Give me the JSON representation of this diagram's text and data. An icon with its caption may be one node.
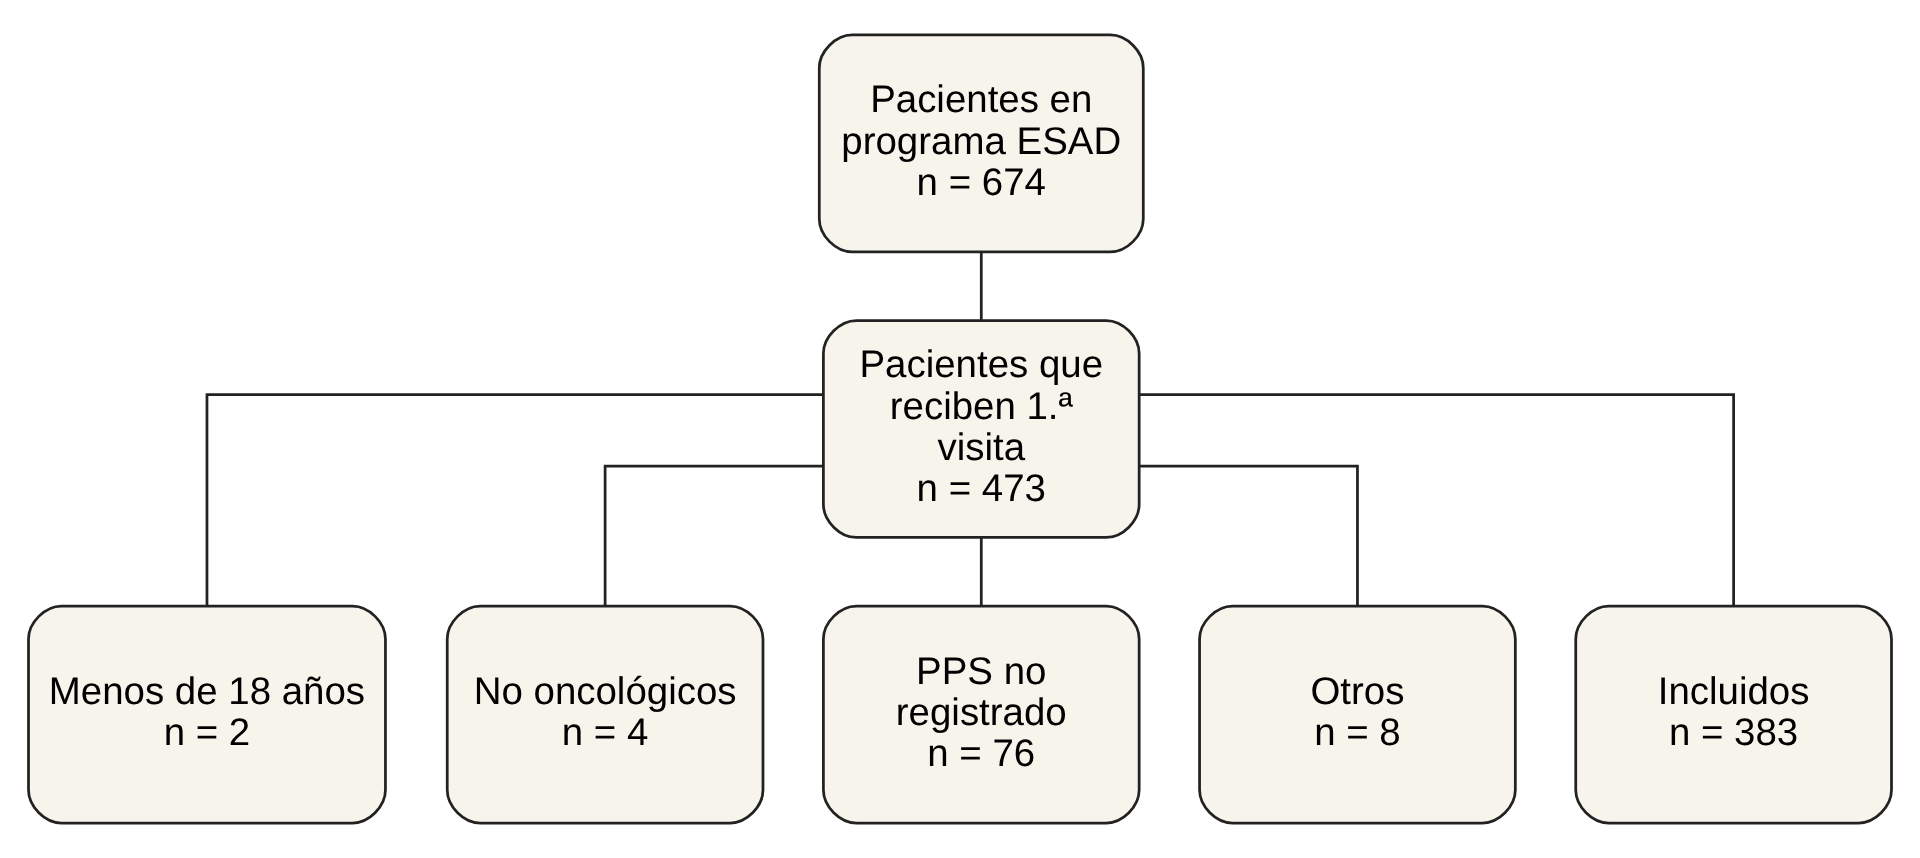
{
  "diagram": {
    "nodes": [
      {
        "text": [
          "Pacientes en programa ESAD",
          "n = 674"
        ]
      },
      {
        "text": [
          "Pacientes que reciben 1.ª visita",
          "n = 473"
        ]
      },
      {
        "text": [
          "Menos de 18 años",
          "n = 2"
        ]
      },
      {
        "text": [
          "No oncológicos",
          "n = 4"
        ]
      },
      {
        "text": [
          "PPS no registrado",
          "n = 76"
        ]
      },
      {
        "text": [
          "Otros",
          "n = 8"
        ]
      },
      {
        "text": [
          "Incluidos",
          "n = 383"
        ]
      }
    ],
    "edges": [
      {
        "from": 0,
        "to": 1,
        "arrow": "none"
      },
      {
        "from": 1,
        "to": 2,
        "arrow": "none"
      },
      {
        "from": 1,
        "to": 3,
        "arrow": "none"
      },
      {
        "from": 1,
        "to": 4,
        "arrow": "none"
      },
      {
        "from": 1,
        "to": 5,
        "arrow": "none"
      },
      {
        "from": 1,
        "to": 6,
        "arrow": "none"
      }
    ]
  }
}
